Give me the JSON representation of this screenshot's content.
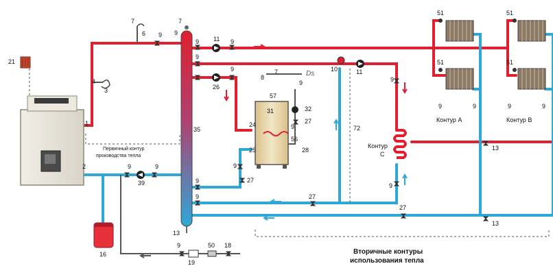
{
  "colors": {
    "supply": "#e02030",
    "return": "#2fa8d8",
    "dark": "#555555",
    "tank_fill": "#e9d8b0",
    "radiator": "#8a7a66"
  },
  "labels": {
    "primary_circuit_line1": "Первичный контур",
    "primary_circuit_line2": "производства тепла",
    "secondary_line1": "Вторичные контуры",
    "secondary_line2": "использования тепла",
    "circuit_a": "Контур А",
    "circuit_b": "Контур В",
    "circuit_c_line1": "Контур",
    "circuit_c_line2": "С",
    "ds": "Ds"
  },
  "numbers": {
    "n21": "21",
    "n4": "4",
    "n3": "3",
    "n1": "1",
    "n2": "2",
    "n7a": "7",
    "n6a": "6",
    "n9a": "9",
    "n7b": "7",
    "n9b": "9",
    "n11a": "11",
    "n9c": "9",
    "n9d": "9",
    "n26": "26",
    "n8": "8",
    "n7c": "7",
    "n9e": "9",
    "n57": "57",
    "n31": "31",
    "n32": "32",
    "n27a": "27",
    "n9f": "9",
    "n24": "24",
    "n56": "56",
    "n25": "25",
    "n28": "28",
    "n9g": "9",
    "n27b": "27",
    "n35": "35",
    "n9h": "9",
    "n9i": "9",
    "n39": "39",
    "n9j": "9",
    "n9k": "9",
    "n27c": "27",
    "n9l": "9",
    "n27d": "27",
    "n13a": "13",
    "n16": "16",
    "n9m": "9",
    "n19": "19",
    "n50": "50",
    "n18": "18",
    "n10": "10",
    "n11b": "11",
    "n72": "72",
    "n9n": "9",
    "n9o": "9",
    "n51a": "51",
    "n51b": "51",
    "n51c": "51",
    "n51d": "51",
    "n9p": "9",
    "n9q": "9",
    "n9r": "9",
    "n9s": "9",
    "n13b": "13",
    "n13c": "13"
  }
}
